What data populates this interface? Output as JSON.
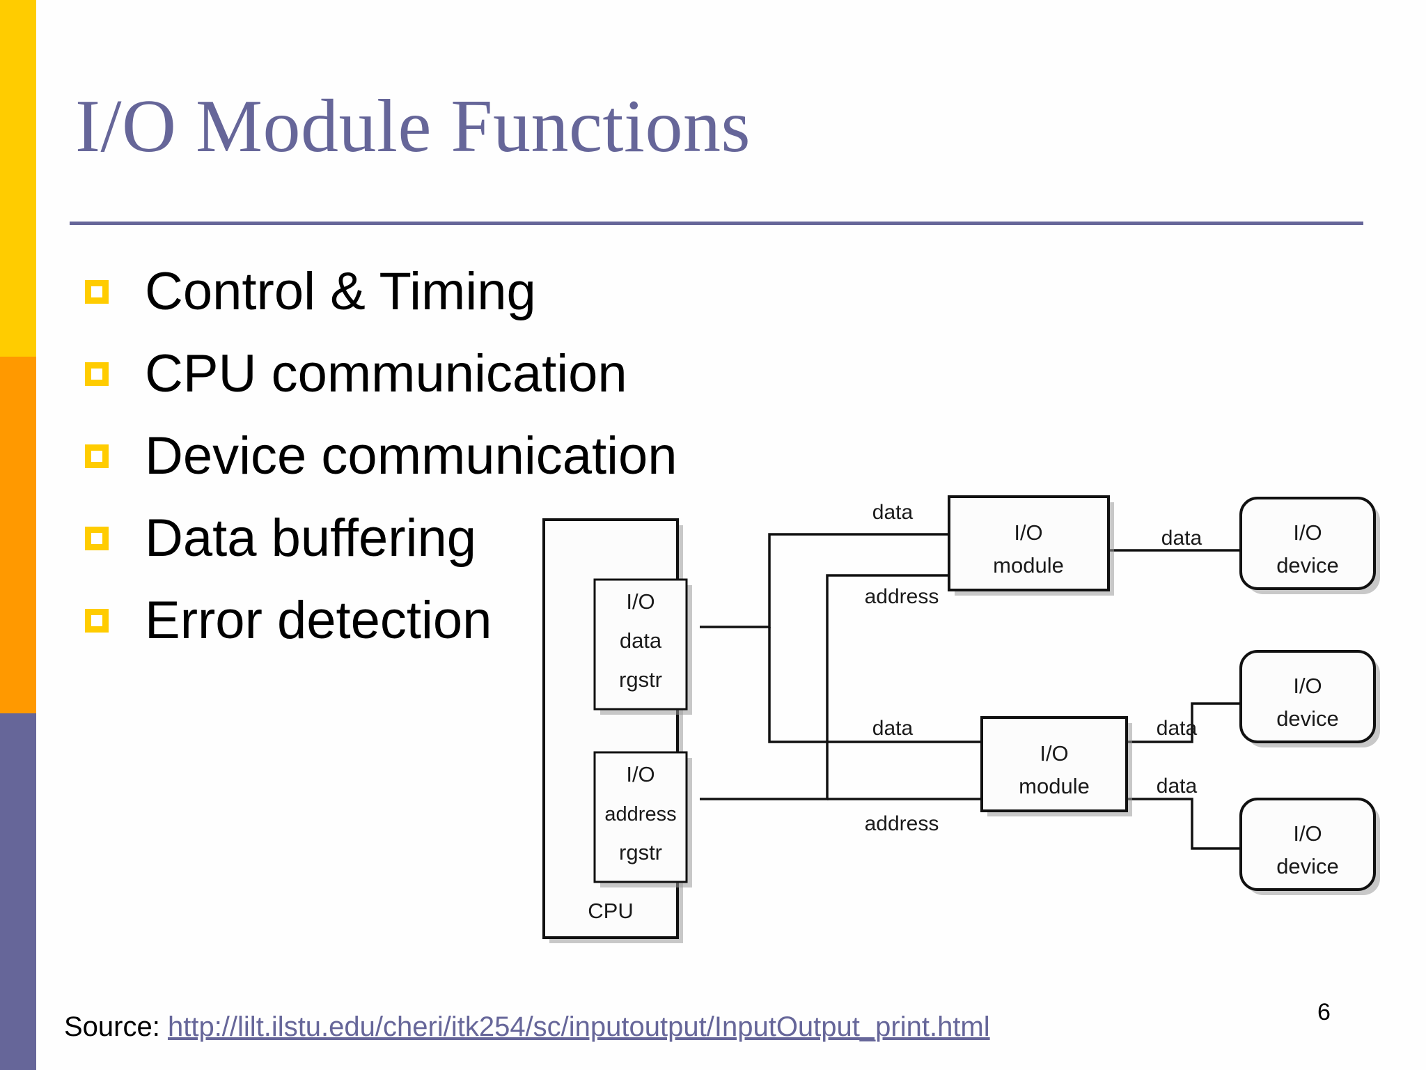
{
  "slide": {
    "title": "I/O Module Functions",
    "page_number": "6",
    "accent_colors": {
      "yellow": "#FFCC00",
      "orange": "#FF9900",
      "purple": "#666699"
    },
    "title_color": "#666699",
    "bullet_marker_color": "#FFCC00"
  },
  "bullets": [
    {
      "label": "Control & Timing"
    },
    {
      "label": "CPU communication"
    },
    {
      "label": "Device communication"
    },
    {
      "label": "Data buffering"
    },
    {
      "label": "Error detection"
    }
  ],
  "diagram": {
    "cpu_label": "CPU",
    "io_data_register": {
      "line1": "I/O",
      "line2": "data",
      "line3": "rgstr"
    },
    "io_address_register": {
      "line1": "I/O",
      "line2": "address",
      "line3": "rgstr"
    },
    "module_top": {
      "line1": "I/O",
      "line2": "module"
    },
    "module_bottom": {
      "line1": "I/O",
      "line2": "module"
    },
    "device_top": {
      "line1": "I/O",
      "line2": "device"
    },
    "device_mid": {
      "line1": "I/O",
      "line2": "device"
    },
    "device_bottom": {
      "line1": "I/O",
      "line2": "device"
    },
    "wire_labels": {
      "bus_data_top": "data",
      "bus_address_top": "address",
      "bus_data_bottom": "data",
      "bus_address_bottom": "address",
      "dev_data_top": "data",
      "dev_data_mid": "data",
      "dev_data_bottom": "data"
    }
  },
  "footer": {
    "source_prefix": "Source: ",
    "source_url": "http://lilt.ilstu.edu/cheri/itk254/sc/inputoutput/InputOutput_print.html"
  }
}
